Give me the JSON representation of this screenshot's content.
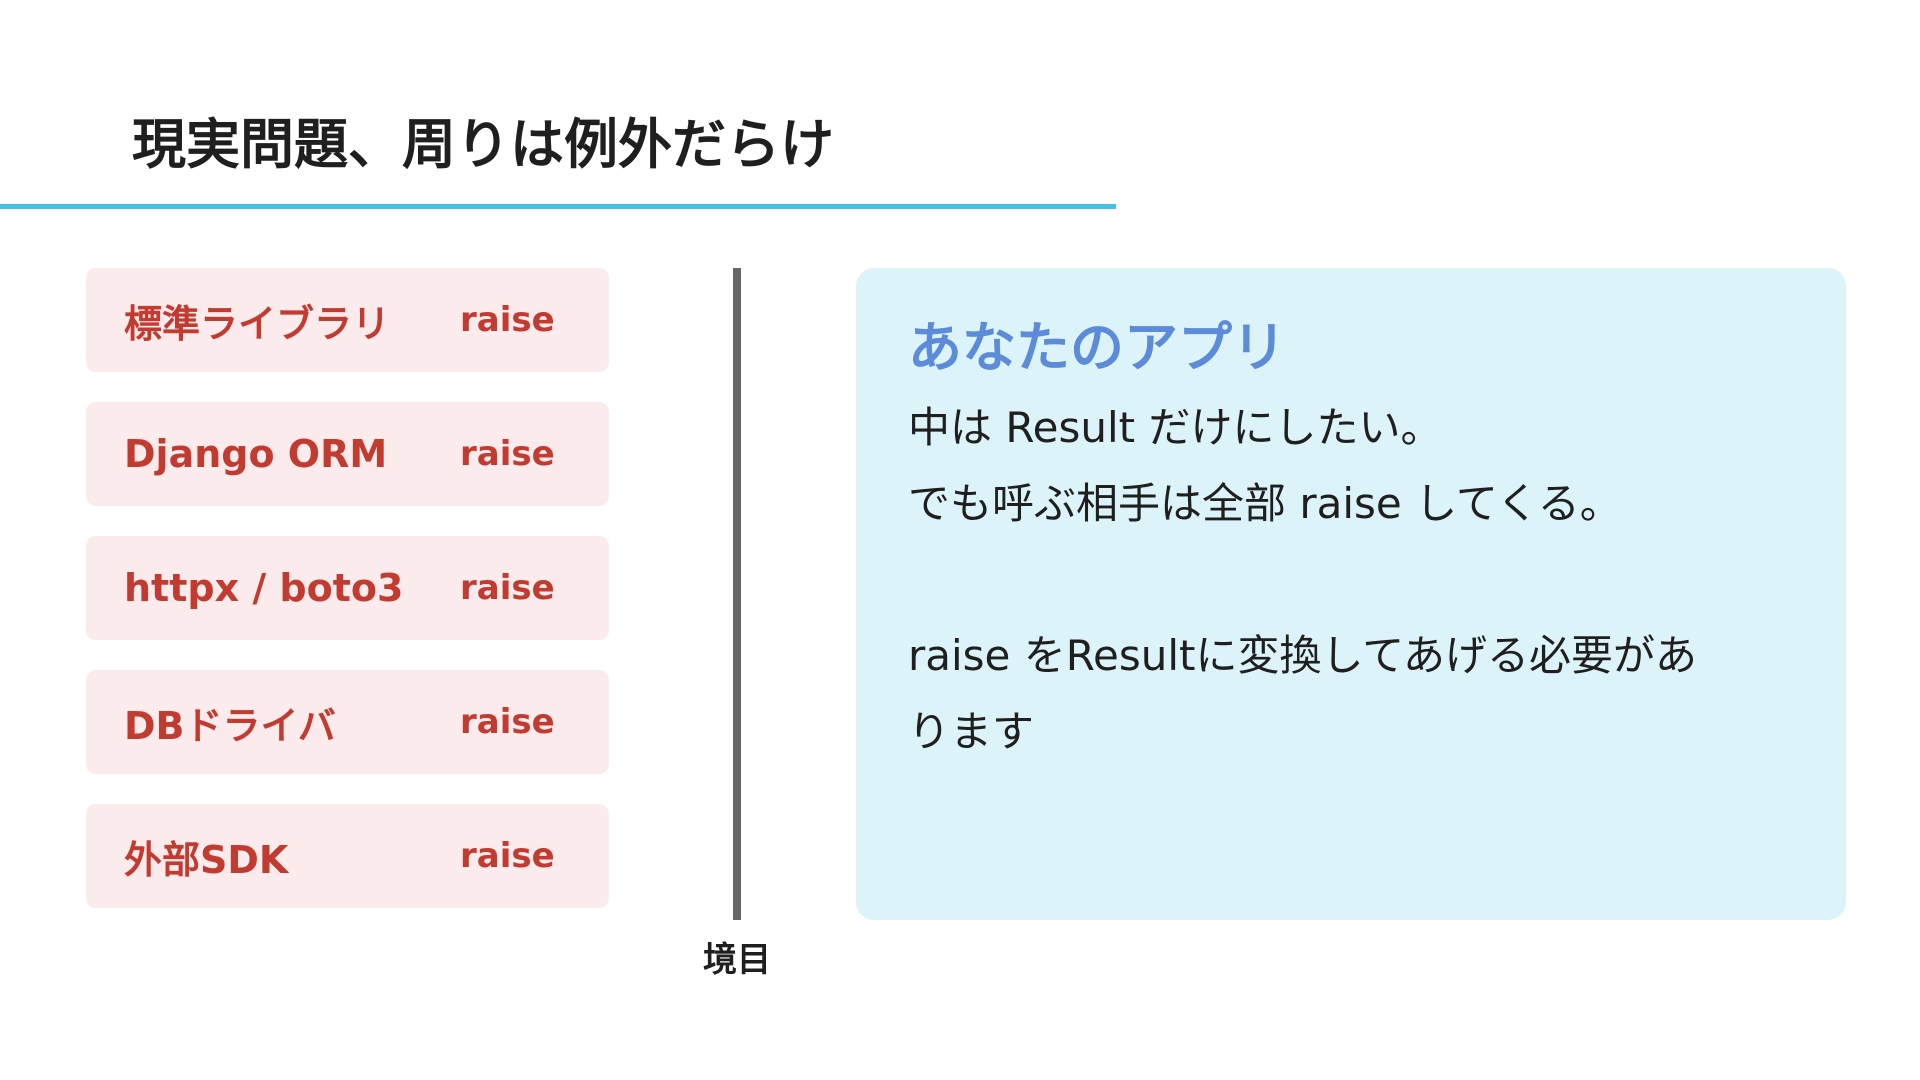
{
  "slide": {
    "title": "現実問題、周りは例外だらけ",
    "colors": {
      "title_rule": "#43c2e8",
      "source_bg": "#fcebec",
      "source_text": "#c23b30",
      "boundary": "#666666",
      "app_bg": "#dcf3f9",
      "app_title": "#5b8bd9"
    }
  },
  "sources": [
    {
      "name": "標準ライブラリ",
      "action": "raise"
    },
    {
      "name": "Django ORM",
      "action": "raise"
    },
    {
      "name": "httpx / boto3",
      "action": "raise"
    },
    {
      "name": "DBドライバ",
      "action": "raise"
    },
    {
      "name": "外部SDK",
      "action": "raise"
    }
  ],
  "boundary": {
    "label": "境目"
  },
  "app": {
    "title": "あなたのアプリ",
    "lines": [
      "中は Result だけにしたい。",
      "でも呼ぶ相手は全部 raise してくる。",
      "raise をResultに変換してあげる必要があ",
      "ります"
    ]
  }
}
